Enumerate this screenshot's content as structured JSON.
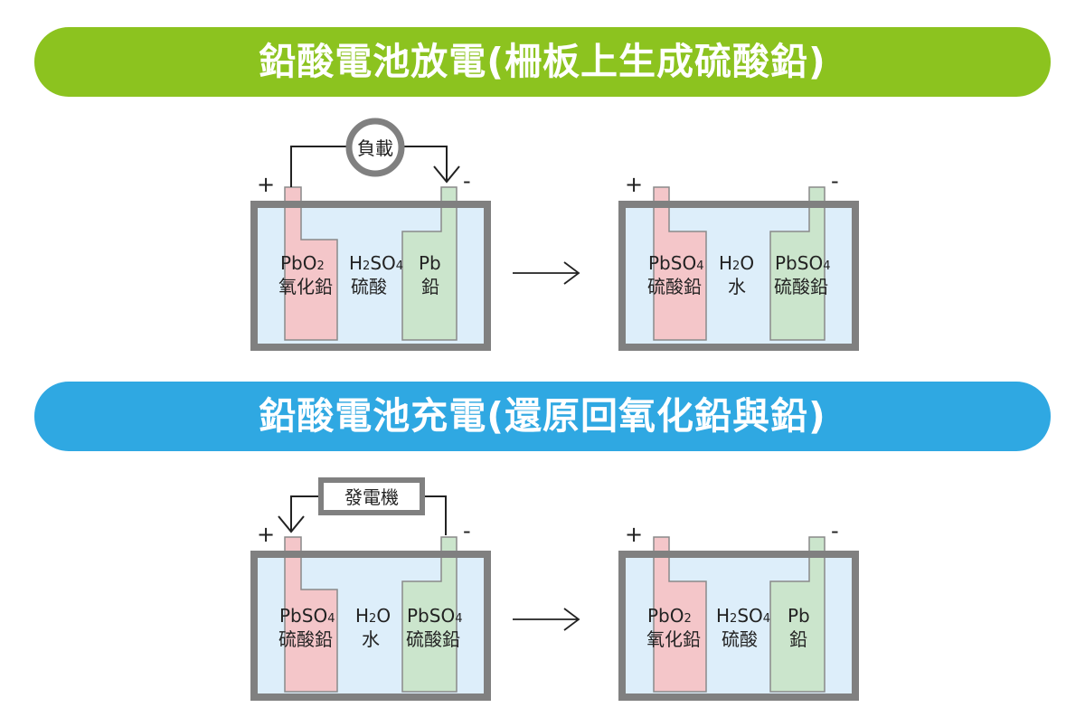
{
  "sections": {
    "discharge": {
      "title": "鉛酸電池放電(柵板上生成硫酸鉛)",
      "device_label": "負載",
      "before": {
        "pos": {
          "formula": "PbO",
          "sub": "2",
          "name": "氧化鉛"
        },
        "mid": {
          "formula": "H",
          "sub": "2",
          "formula2": "SO",
          "sub2": "4",
          "name": "硫酸"
        },
        "neg": {
          "formula": "Pb",
          "name": "鉛"
        }
      },
      "after": {
        "pos": {
          "formula": "PbSO",
          "sub": "4",
          "name": "硫酸鉛"
        },
        "mid": {
          "formula": "H",
          "sub": "2",
          "formula2": "O",
          "name": "水"
        },
        "neg": {
          "formula": "PbSO",
          "sub": "4",
          "name": "硫酸鉛"
        }
      }
    },
    "charge": {
      "title": "鉛酸電池充電(還原回氧化鉛與鉛)",
      "device_label": "發電機",
      "before": {
        "pos": {
          "formula": "PbSO",
          "sub": "4",
          "name": "硫酸鉛"
        },
        "mid": {
          "formula": "H",
          "sub": "2",
          "formula2": "O",
          "name": "水"
        },
        "neg": {
          "formula": "PbSO",
          "sub": "4",
          "name": "硫酸鉛"
        }
      },
      "after": {
        "pos": {
          "formula": "PbO",
          "sub": "2",
          "name": "氧化鉛"
        },
        "mid": {
          "formula": "H",
          "sub": "2",
          "formula2": "SO",
          "sub2": "4",
          "name": "硫酸"
        },
        "neg": {
          "formula": "Pb",
          "name": "鉛"
        }
      }
    }
  },
  "terminals": {
    "positive": "+",
    "negative": "-"
  },
  "colors": {
    "discharge_banner": "#8cc31f",
    "charge_banner": "#2fa8e2",
    "electrolyte": "#ddeefa",
    "positive_plate": "#f4c6c9",
    "negative_plate": "#cbe5cc",
    "outline": "#808080"
  }
}
